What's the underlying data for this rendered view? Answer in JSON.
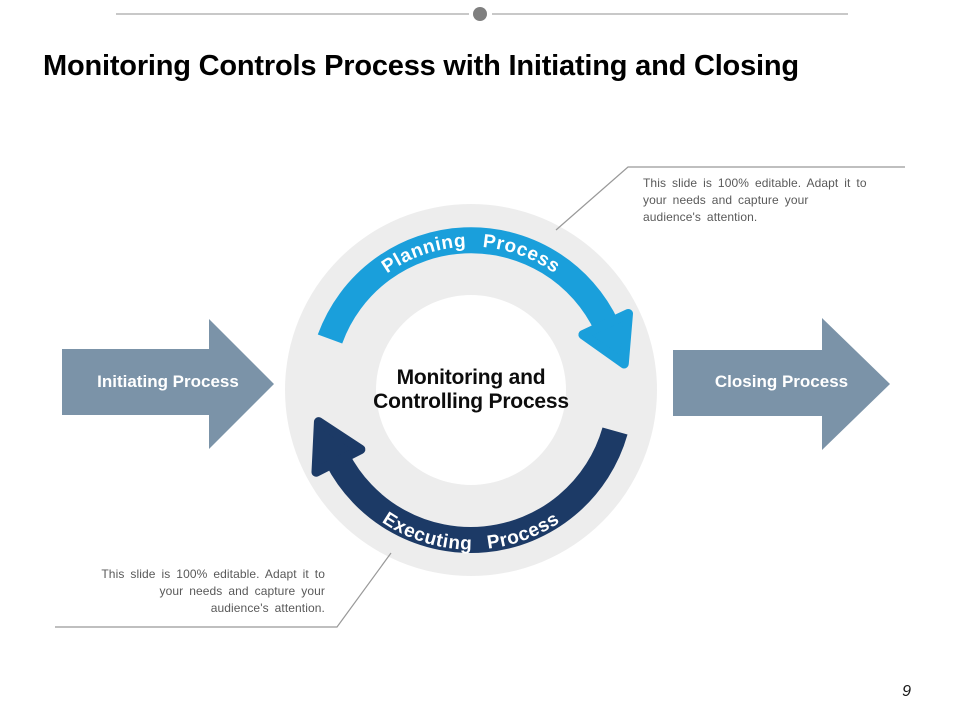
{
  "slide": {
    "title": "Monitoring Controls Process with Initiating and Closing",
    "page_number": "9"
  },
  "diagram": {
    "planning_label": "Planning Process",
    "executing_label": "Executing Process",
    "center_line1": "Monitoring and",
    "center_line2": "Controlling Process",
    "initiating_label": "Initiating Process",
    "closing_label": "Closing Process"
  },
  "callouts": {
    "top_right": {
      "line1": "This slide is 100% editable. Adapt it to",
      "line2": "your needs and capture your",
      "line3": "audience's attention."
    },
    "bottom_left": {
      "line1": "This slide is 100% editable. Adapt it to",
      "line2": "your needs and capture your",
      "line3": "audience's attention."
    }
  },
  "colors": {
    "planning_arc": "#1a9fdb",
    "executing_arc": "#1c3a66",
    "side_arrow": "#7b93a8",
    "ring": "#ededed",
    "inner_circle": "#ffffff",
    "callout_text": "#595959",
    "connector_gray": "#999999",
    "divider_gray": "#a6a6a6",
    "dot_gray": "#7f7f7f"
  }
}
